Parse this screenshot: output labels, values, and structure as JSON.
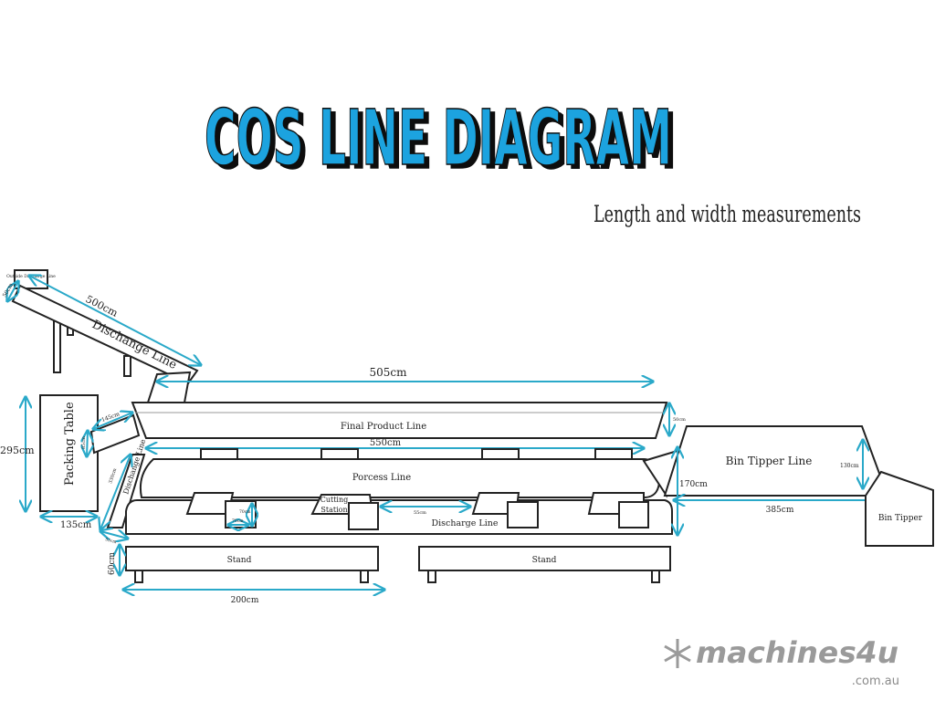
{
  "title": "COS LINE DIAGRAM",
  "subtitle": "Length and width measurements",
  "colors": {
    "title_fill": "#1ba3df",
    "title_shadow": "#111111",
    "dimension": "#2aa9c9",
    "outline": "#222222",
    "logo": "#9a9a9a"
  },
  "components": {
    "outside_discharge": "Outside Discharge Line",
    "discharge_incline": "Dischange Line",
    "final_product": "Final Product Line",
    "packing_table": "Packing Table",
    "process_line": "Porcess Line",
    "side_discharge": "Dischange Line",
    "cutting_station_1": "Cutting",
    "cutting_station_2": "Station",
    "discharge_line": "Discharge Line",
    "stand_1": "Stand",
    "stand_2": "Stand",
    "bin_tipper_line": "Bin Tipper Line",
    "bin_tipper": "Bin Tipper"
  },
  "dimensions": {
    "incline_width": "50cm",
    "incline_length": "500cm",
    "final_length": "505cm",
    "final_width": "50cm",
    "packing_height": "295cm",
    "packing_width": "135cm",
    "chute_length": "145cm",
    "chute_width": "85cm",
    "process_length": "550cm",
    "side_length": "330cm",
    "box_h": "70cm",
    "box_w": "70cm",
    "gap": "55cm",
    "base_offset": "55cm",
    "stand_height": "60cm",
    "stand_length": "200cm",
    "bin_height": "170cm",
    "bin_width": "130cm",
    "bin_length": "385cm"
  },
  "logo": {
    "name": "machines4u",
    "domain": ".com.au"
  }
}
